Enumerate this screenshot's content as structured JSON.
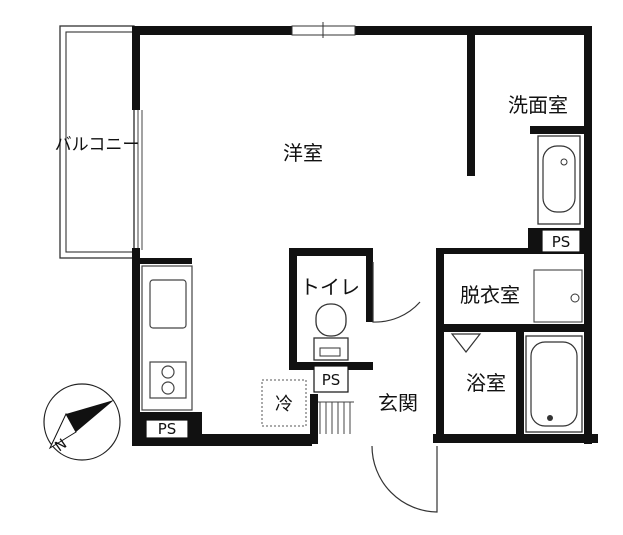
{
  "rooms": {
    "western": "洋室",
    "washroom": "洗面室",
    "dressing": "脱衣室",
    "bath": "浴室",
    "entrance": "玄関",
    "toilet": "トイレ",
    "balcony": "バルコニー",
    "fridge": "冷"
  },
  "ps_labels": [
    "PS",
    "PS",
    "PS"
  ],
  "compass": {
    "north_label": "N"
  }
}
